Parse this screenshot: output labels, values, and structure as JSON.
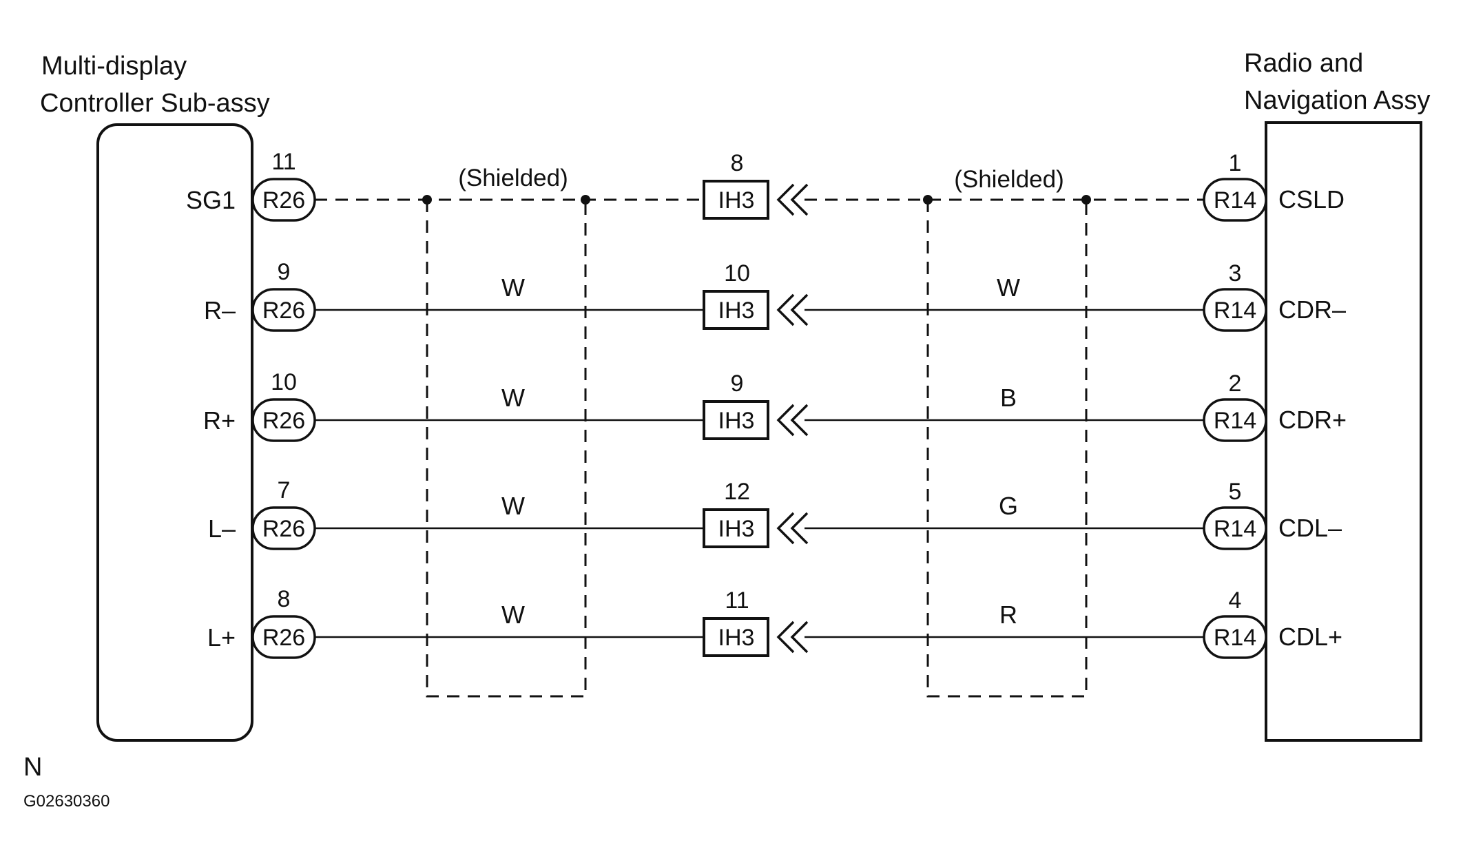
{
  "left_component": {
    "title_line1": "Multi-display",
    "title_line2": "Controller Sub-assy"
  },
  "right_component": {
    "title_line1": "Radio and",
    "title_line2": "Navigation Assy"
  },
  "shield_label": "(Shielded)",
  "rows": [
    {
      "left_pin": "11",
      "left_signal": "SG1",
      "left_connector": "R26",
      "left_wire": "",
      "mid_pin": "8",
      "mid_connector": "IH3",
      "right_wire": "",
      "right_pin": "1",
      "right_connector": "R14",
      "right_signal": "CSLD",
      "shielded": true
    },
    {
      "left_pin": "9",
      "left_signal": "R–",
      "left_connector": "R26",
      "left_wire": "W",
      "mid_pin": "10",
      "mid_connector": "IH3",
      "right_wire": "W",
      "right_pin": "3",
      "right_connector": "R14",
      "right_signal": "CDR–",
      "shielded": false
    },
    {
      "left_pin": "10",
      "left_signal": "R+",
      "left_connector": "R26",
      "left_wire": "W",
      "mid_pin": "9",
      "mid_connector": "IH3",
      "right_wire": "B",
      "right_pin": "2",
      "right_connector": "R14",
      "right_signal": "CDR+",
      "shielded": false
    },
    {
      "left_pin": "7",
      "left_signal": "L–",
      "left_connector": "R26",
      "left_wire": "W",
      "mid_pin": "12",
      "mid_connector": "IH3",
      "right_wire": "G",
      "right_pin": "5",
      "right_connector": "R14",
      "right_signal": "CDL–",
      "shielded": false
    },
    {
      "left_pin": "8",
      "left_signal": "L+",
      "left_connector": "R26",
      "left_wire": "W",
      "mid_pin": "11",
      "mid_connector": "IH3",
      "right_wire": "R",
      "right_pin": "4",
      "right_connector": "R14",
      "right_signal": "CDL+",
      "shielded": false
    }
  ],
  "footer": {
    "mark": "N",
    "figure_code": "G02630360"
  },
  "colors": {
    "ink": "#111111",
    "background": "#ffffff"
  }
}
